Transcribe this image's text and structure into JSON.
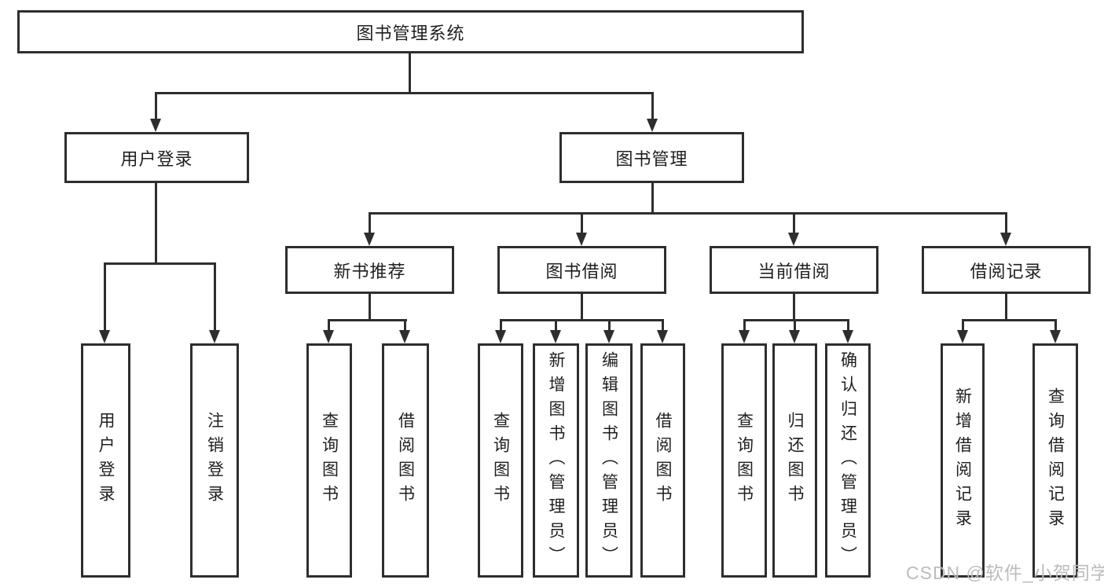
{
  "diagram": {
    "root": "图书管理系统",
    "user_login": "用户登录",
    "book_mgmt": "图书管理",
    "new_books": "新书推荐",
    "book_borrow": "图书借阅",
    "current_borrow": "当前借阅",
    "borrow_records": "借阅记录",
    "leaf_user_login": "用户登录",
    "leaf_logout": "注销登录",
    "leaf_nb_query": "查询图书",
    "leaf_nb_borrow": "借阅图书",
    "leaf_bb_query": "查询图书",
    "leaf_bb_add": "新增图书（管理员）",
    "leaf_bb_edit": "编辑图书（管理员）",
    "leaf_bb_borrow": "借阅图书",
    "leaf_cb_query": "查询图书",
    "leaf_cb_return": "归还图书",
    "leaf_cb_confirm": "确认归还（管理员）",
    "leaf_br_add": "新增借阅记录",
    "leaf_br_query": "查询借阅记录"
  },
  "watermark": "CSDN @软件_小贺同学",
  "colors": {
    "line": "#2e2e2e",
    "text": "#1f1f1f",
    "watermark": "#bcbcbc",
    "background": "#ffffff"
  }
}
